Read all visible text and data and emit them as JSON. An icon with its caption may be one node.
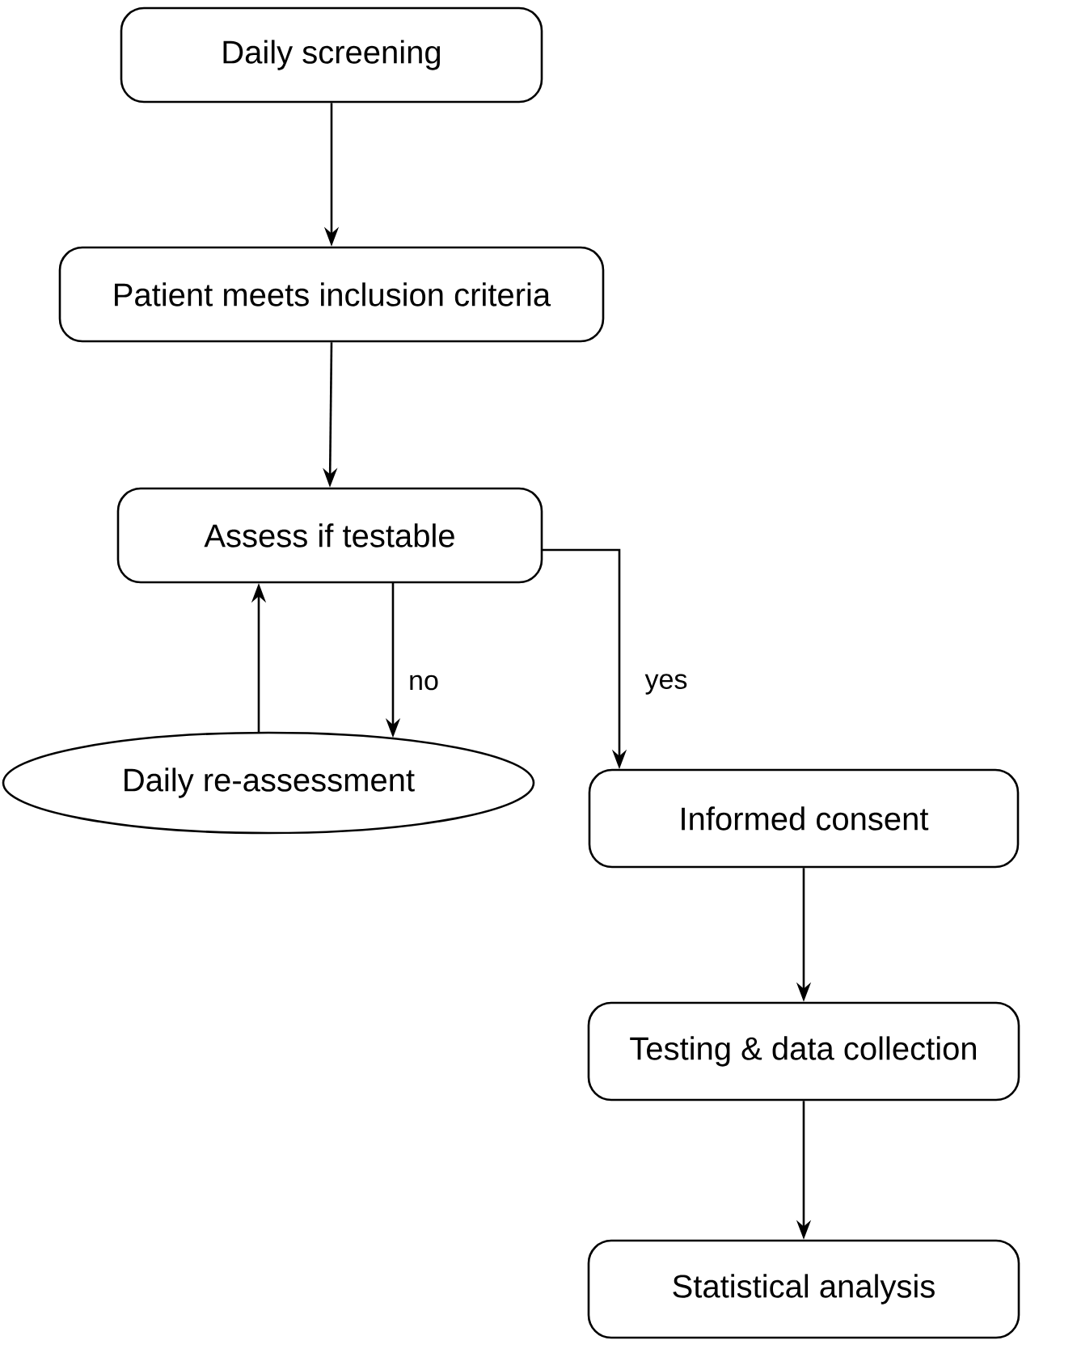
{
  "diagram": {
    "nodes": [
      {
        "text": [
          "Daily screening"
        ]
      },
      {
        "text": [
          "Patient meets inclusion criteria"
        ]
      },
      {
        "text": [
          "Assess if testable"
        ]
      },
      {
        "text": [
          "Daily re-assessment"
        ]
      },
      {
        "text": [
          "Informed consent"
        ]
      },
      {
        "text": [
          "Testing & data collection"
        ]
      },
      {
        "text": [
          "Statistical analysis"
        ]
      }
    ],
    "edges": [
      {
        "from": 0,
        "to": 1,
        "arrow": "to"
      },
      {
        "from": 1,
        "to": 2,
        "arrow": "to"
      },
      {
        "from": 2,
        "to": 3,
        "arrow": "to",
        "label": "no"
      },
      {
        "from": 3,
        "to": 2,
        "arrow": "to"
      },
      {
        "from": 2,
        "to": 4,
        "arrow": "to",
        "label": "yes"
      },
      {
        "from": 4,
        "to": 5,
        "arrow": "to"
      },
      {
        "from": 5,
        "to": 6,
        "arrow": "to"
      }
    ]
  }
}
